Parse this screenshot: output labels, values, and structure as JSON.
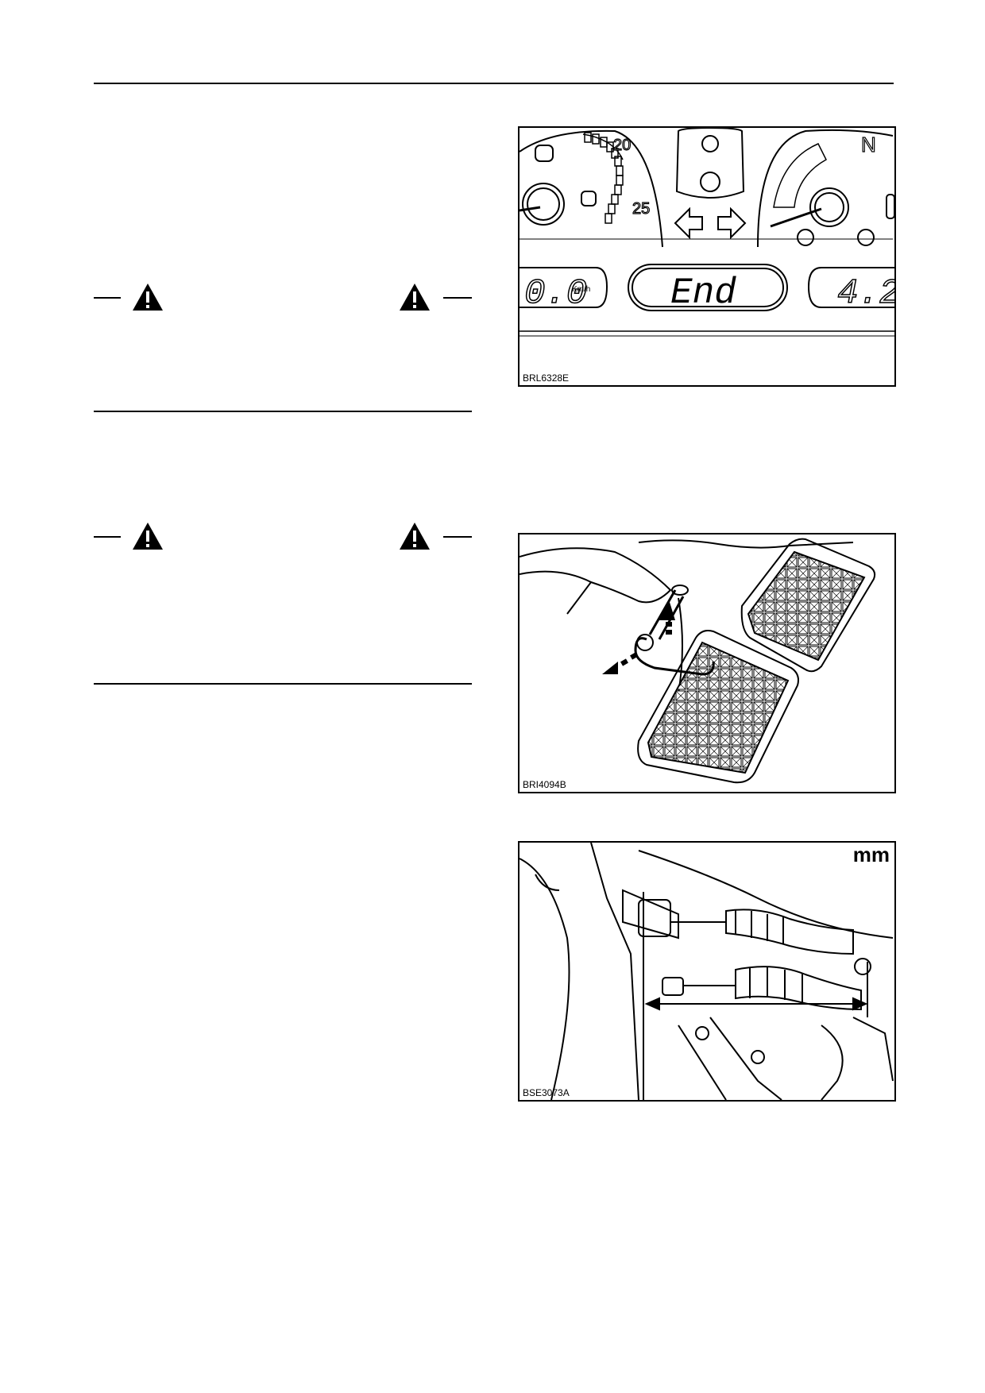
{
  "figures": {
    "dashboard": {
      "caption": "BRL6328E",
      "gauge_labels": [
        "20",
        "25"
      ],
      "gear_label": "N",
      "speed_display": "0.0",
      "speed_unit": "Km/h",
      "center_display": "End",
      "right_display": "4.2"
    },
    "pedals": {
      "caption": "BRI4094B"
    },
    "clutch": {
      "caption": "BSE3073A",
      "unit": "mm"
    }
  }
}
